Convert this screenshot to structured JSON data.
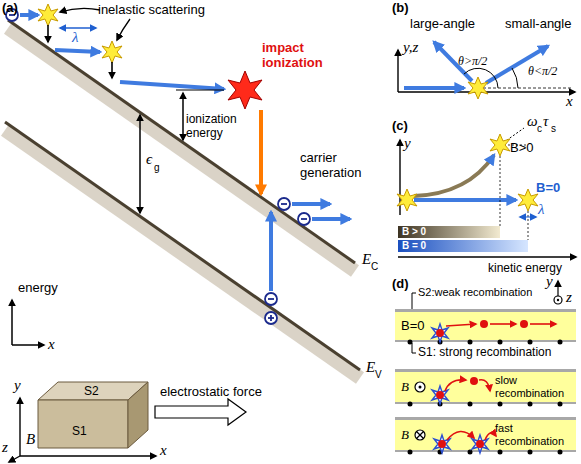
{
  "diagram": {
    "nodes": [
      {
        "text": [
          "B=0"
        ]
      },
      {
        "text": [
          "B",
          "slow recombination"
        ]
      },
      {
        "text": [
          "B",
          "fast recombination"
        ]
      }
    ],
    "labels": [
      "(a)",
      "inelastic scattering",
      "λ",
      "impact ionization",
      "ionization energy",
      "ϵ",
      "g",
      "carrier generation",
      "E",
      "C",
      "E",
      "V",
      "energy",
      "x",
      "y",
      "z",
      "B",
      "S2",
      "S1",
      "x",
      "electrostatic force",
      "(b)",
      "large-angle",
      "small-angle",
      "y,z",
      "θ>π/2",
      "θ<π/2",
      "x",
      "(c)",
      "y",
      "B>0",
      "ω",
      "c",
      "τ",
      "s",
      "B=0",
      "λ",
      "B > 0",
      "B = 0",
      "kinetic energy",
      "(d)",
      "S2:weak recombination",
      "y",
      "z",
      "S1: strong recombination"
    ]
  }
}
